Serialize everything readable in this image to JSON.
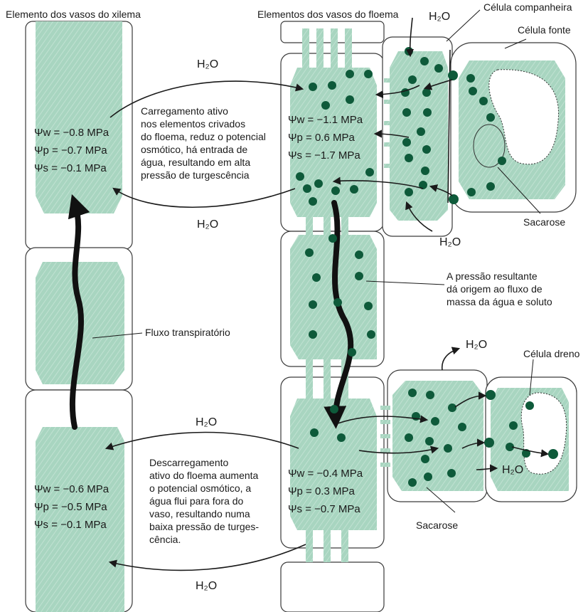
{
  "labels": {
    "xylem_title": "Elemento dos vasos do xilema",
    "phloem_title": "Elementos dos vasos do floema",
    "companion_cell": "Célula companheira",
    "source_cell": "Célula fonte",
    "sink_cell": "Célula dreno",
    "sucrose_top": "Sacarose",
    "sucrose_bottom": "Sacarose",
    "transpiration_flow": "Fluxo transpiratório",
    "water": "H₂O"
  },
  "notes": {
    "loading": [
      "Carregamento ativo",
      "nos elementos crivados",
      "do floema, reduz o potencial",
      "osmótico, há entrada de",
      "água, resultando em alta",
      "pressão de turgescência"
    ],
    "pressure": [
      "A pressão resultante",
      "dá origem ao fluxo de",
      "massa da água e soluto"
    ],
    "unloading": [
      "Descarregamento",
      "ativo do floema aumenta",
      "o potencial osmótico, a",
      "água flui para fora do",
      "vaso, resultando numa",
      "baixa pressão de turges-",
      "cência."
    ]
  },
  "potentials": {
    "xylem_top": [
      "Ψw = −0.8 MPa",
      "Ψp = −0.7 MPa",
      "Ψs = −0.1 MPa"
    ],
    "phloem_top": [
      "Ψw = −1.1 MPa",
      "Ψp = 0.6 MPa",
      "Ψs = −1.7 MPa"
    ],
    "xylem_bottom": [
      "Ψw = −0.6 MPa",
      "Ψp = −0.5 MPa",
      "Ψs = −0.1 MPa"
    ],
    "phloem_bottom": [
      "Ψw = −0.4 MPa",
      "Ψp = 0.3 MPa",
      "Ψs = −0.7 MPa"
    ]
  },
  "colors": {
    "cytoplasm": "#a8d5c0",
    "sucrose_dot": "#0e5a3a"
  }
}
